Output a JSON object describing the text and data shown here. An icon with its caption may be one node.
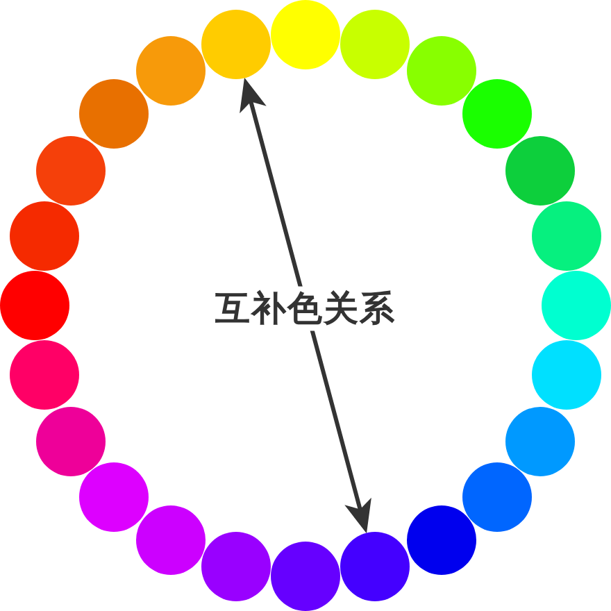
{
  "diagram": {
    "nodes": [
      {
        "text": [],
        "shape": "circle"
      },
      {
        "text": [],
        "shape": "circle"
      },
      {
        "text": [],
        "shape": "circle"
      },
      {
        "text": [],
        "shape": "circle"
      },
      {
        "text": [],
        "shape": "circle"
      },
      {
        "text": [],
        "shape": "circle"
      },
      {
        "text": [],
        "shape": "circle"
      },
      {
        "text": [],
        "shape": "circle"
      },
      {
        "text": [],
        "shape": "circle"
      },
      {
        "text": [],
        "shape": "circle"
      },
      {
        "text": [],
        "shape": "circle"
      },
      {
        "text": [],
        "shape": "circle"
      },
      {
        "text": [],
        "shape": "circle"
      },
      {
        "text": [],
        "shape": "circle"
      },
      {
        "text": [],
        "shape": "circle"
      },
      {
        "text": [],
        "shape": "circle"
      },
      {
        "text": [],
        "shape": "circle"
      },
      {
        "text": [],
        "shape": "circle"
      },
      {
        "text": [],
        "shape": "circle"
      },
      {
        "text": [],
        "shape": "circle"
      },
      {
        "text": [],
        "shape": "circle"
      },
      {
        "text": [],
        "shape": "circle"
      },
      {
        "text": [],
        "shape": "circle"
      },
      {
        "text": [],
        "shape": "circle"
      }
    ],
    "edges": [
      {
        "from": 23,
        "to": 11,
        "arrow": "both",
        "label": "互补色关系"
      }
    ]
  }
}
